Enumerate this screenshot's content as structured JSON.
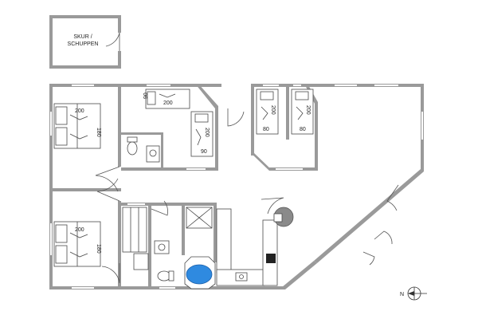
{
  "shed": {
    "label_line1": "SKUR /",
    "label_line2": "SCHUPPEN"
  },
  "beds": {
    "bed1": {
      "length": "200",
      "width": "180"
    },
    "bed2": {
      "length": "200",
      "width": "180"
    },
    "room2_top": {
      "width": "90",
      "length": "200"
    },
    "room2_side": {
      "length": "200",
      "width": "90"
    },
    "room3_a": {
      "length": "200",
      "width": "80"
    },
    "room3_b": {
      "length": "200",
      "width": "80"
    }
  },
  "compass": {
    "label": "N"
  }
}
